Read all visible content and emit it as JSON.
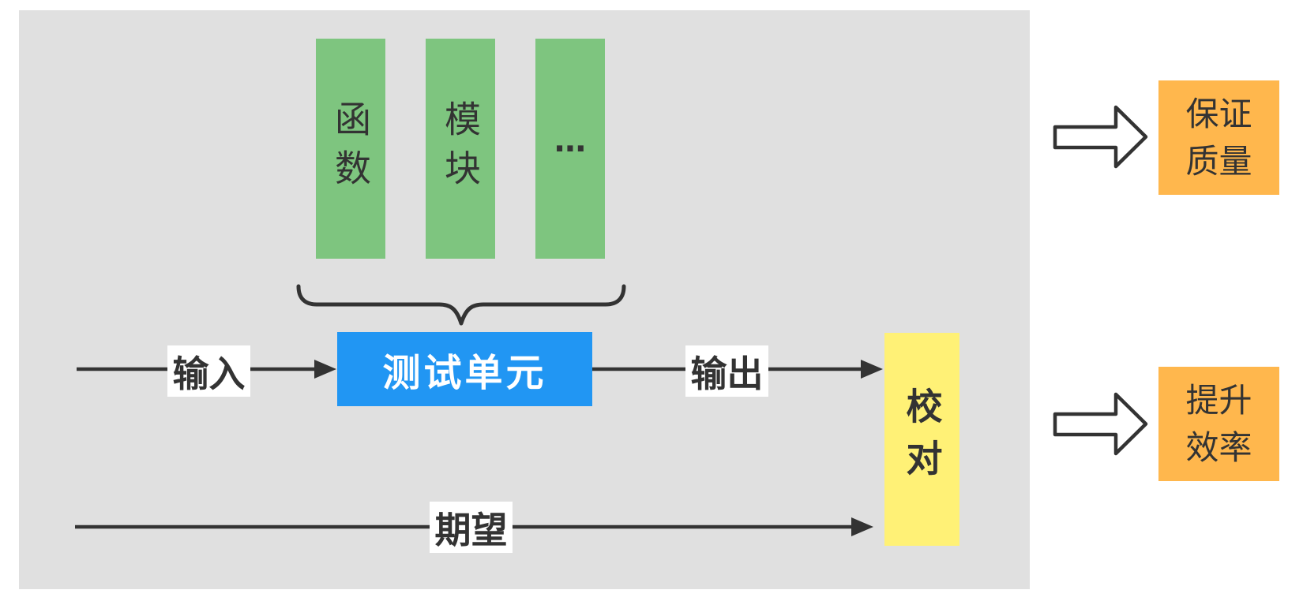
{
  "colors": {
    "page_bg": "#ffffff",
    "canvas_bg": "#e0e0e0",
    "green": "#7ec57f",
    "blue": "#2196f3",
    "yellow": "#fff176",
    "orange": "#ffb74d",
    "ink": "#333333",
    "chip_bg": "#ffffff",
    "unit_text": "#ffffff"
  },
  "canvas": {
    "component_bars": [
      {
        "label": "函数"
      },
      {
        "label": "模块"
      },
      {
        "label": "⋯"
      }
    ],
    "test_unit": {
      "label": "测试单元"
    },
    "flow_labels": {
      "input": "输入",
      "output": "输出",
      "expected": "期望"
    },
    "check_box": {
      "label": "校对"
    }
  },
  "outcomes": [
    {
      "line1": "保证",
      "line2": "质量"
    },
    {
      "line1": "提升",
      "line2": "效率"
    }
  ]
}
